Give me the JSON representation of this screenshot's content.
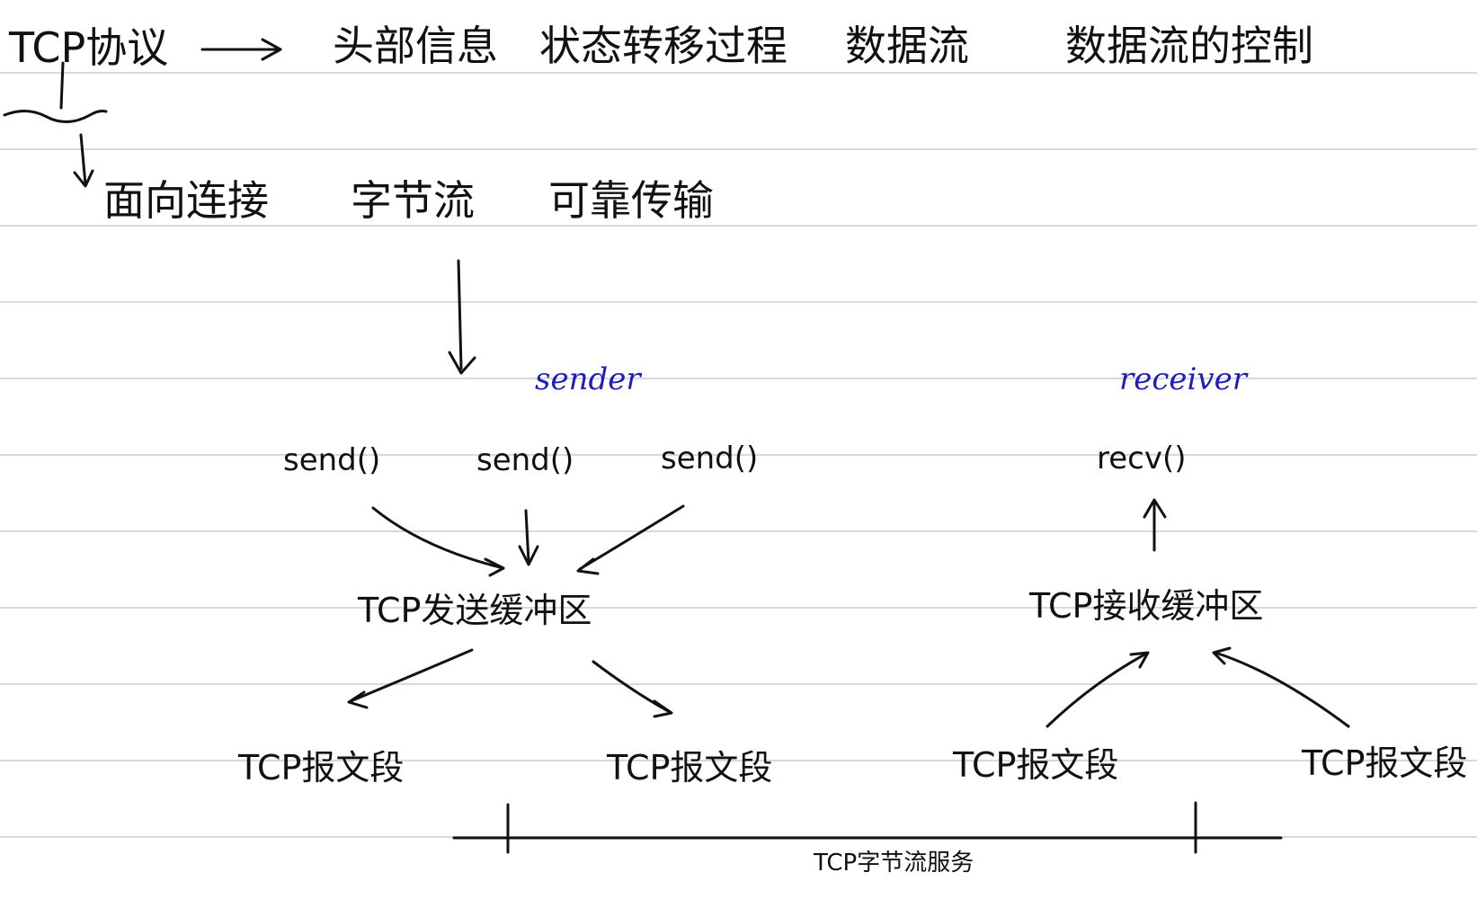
{
  "top": {
    "subject": "TCP协议",
    "features": [
      "头部信息",
      "状态转移过程",
      "数据流",
      "数据流的控制"
    ],
    "properties": [
      "面向连接",
      "字节流",
      "可靠传输"
    ]
  },
  "sender": {
    "role_label": "sender",
    "calls": [
      "send()",
      "send()",
      "send()"
    ],
    "buffer": "TCP发送缓冲区",
    "segments": [
      "TCP报文段",
      "TCP报文段"
    ]
  },
  "receiver": {
    "role_label": "receiver",
    "call": "recv()",
    "buffer": "TCP接收缓冲区",
    "segments": [
      "TCP报文段",
      "TCP报文段"
    ]
  },
  "service_label": "TCP字节流服务",
  "colors": {
    "ink": "#111111",
    "accent": "#1d1fb8",
    "rule": "#d9d9d9"
  }
}
